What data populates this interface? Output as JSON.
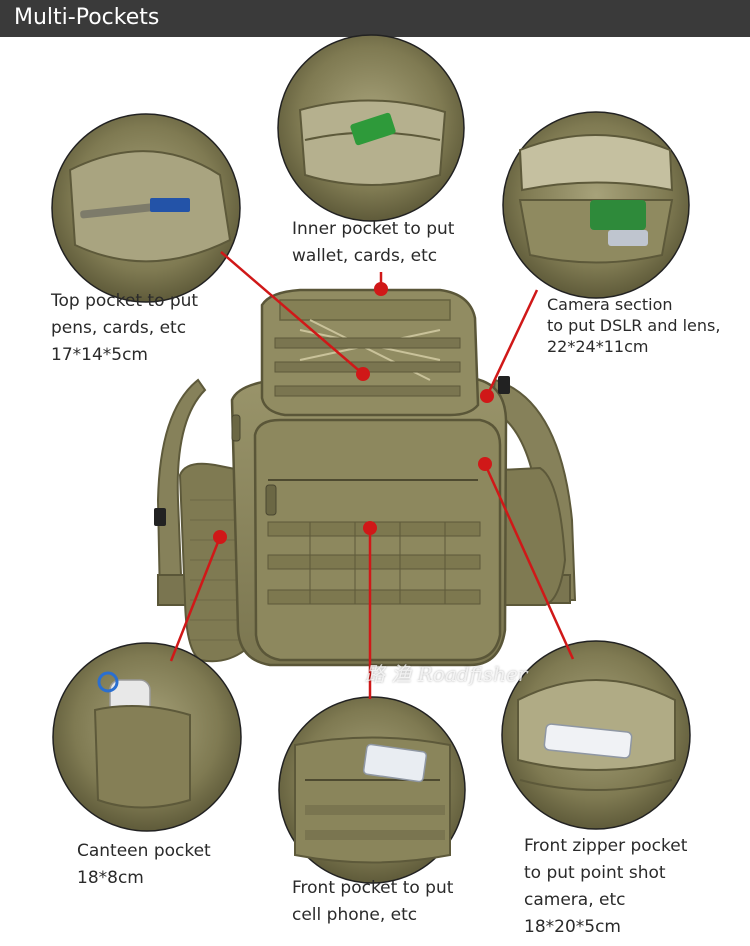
{
  "header": {
    "title": "Multi-Pockets"
  },
  "watermark": {
    "text": "路 渔 Roadfisher"
  },
  "callouts": [
    {
      "id": "inner",
      "lines": [
        "Inner pocket to put",
        "wallet, cards, etc"
      ]
    },
    {
      "id": "top",
      "lines": [
        "Top pocket to put",
        "pens, cards, etc",
        "17*14*5cm"
      ]
    },
    {
      "id": "camera",
      "lines": [
        "Camera section",
        "to put DSLR and lens,",
        "22*24*11cm"
      ]
    },
    {
      "id": "canteen",
      "lines": [
        "Canteen pocket",
        "18*8cm"
      ]
    },
    {
      "id": "front",
      "lines": [
        "Front pocket to put",
        "cell phone, etc"
      ]
    },
    {
      "id": "zipper",
      "lines": [
        "Front zipper pocket",
        "to put point shot",
        "camera, etc",
        "18*20*5cm"
      ]
    }
  ],
  "colors": {
    "header_bg": "#3a3a3a",
    "bag_khaki": "#8f8a5e",
    "bag_dark": "#6e6a45",
    "pointer_red": "#d01818"
  }
}
